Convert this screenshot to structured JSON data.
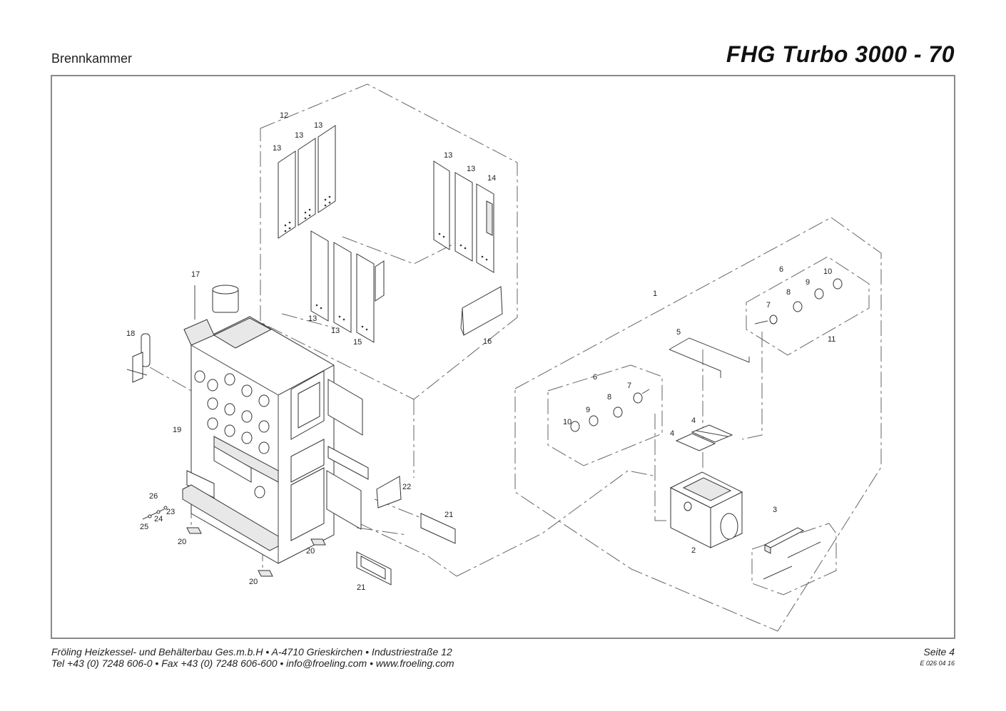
{
  "header": {
    "section": "Brennkammer",
    "model": "FHG Turbo 3000 - 70"
  },
  "footer": {
    "line1": "Fröling Heizkessel- und Behälterbau Ges.m.b.H   •  A-4710 Grieskirchen   •  Industriestraße 12",
    "line2": "Tel +43 (0) 7248 606-0   •  Fax +43 (0) 7248 606-600   •  info@froeling.com   •  www.froeling.com",
    "page": "Seite 4",
    "code": "E 026 04 16"
  },
  "callouts": {
    "c1": "1",
    "c2": "2",
    "c3": "3",
    "c4a": "4",
    "c4b": "4",
    "c5": "5",
    "c6a": "6",
    "c6b": "6",
    "c7a": "7",
    "c7b": "7",
    "c8a": "8",
    "c8b": "8",
    "c9a": "9",
    "c9b": "9",
    "c10a": "10",
    "c10b": "10",
    "c11": "11",
    "c12": "12",
    "c13a": "13",
    "c13b": "13",
    "c13c": "13",
    "c13d": "13",
    "c13e": "13",
    "c13f": "13",
    "c13g": "13",
    "c14": "14",
    "c15": "15",
    "c16": "16",
    "c17": "17",
    "c18": "18",
    "c19": "19",
    "c20a": "20",
    "c20b": "20",
    "c20c": "20",
    "c21a": "21",
    "c21b": "21",
    "c22": "22",
    "c23": "23",
    "c24": "24",
    "c25": "25",
    "c26": "26"
  }
}
